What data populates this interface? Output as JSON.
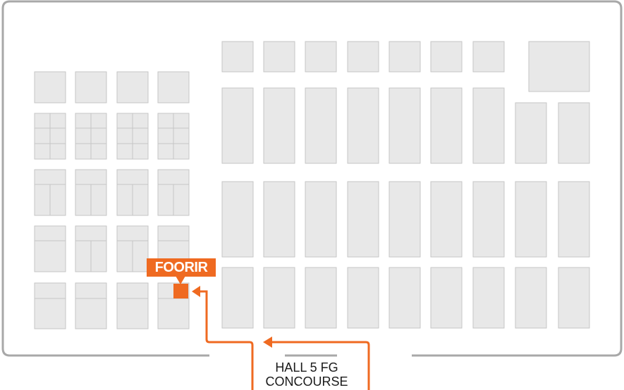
{
  "map": {
    "hall_label_line1": "HALL 5 FG",
    "hall_label_line2": "CONCOURSE",
    "highlight_brand": "FOORIR"
  },
  "colors": {
    "accent": "#ef6a21",
    "booth_fill": "#e8e8e8",
    "booth_stroke": "#c6c6c6",
    "wall": "#a8a8a8",
    "text": "#1a1a1a"
  }
}
